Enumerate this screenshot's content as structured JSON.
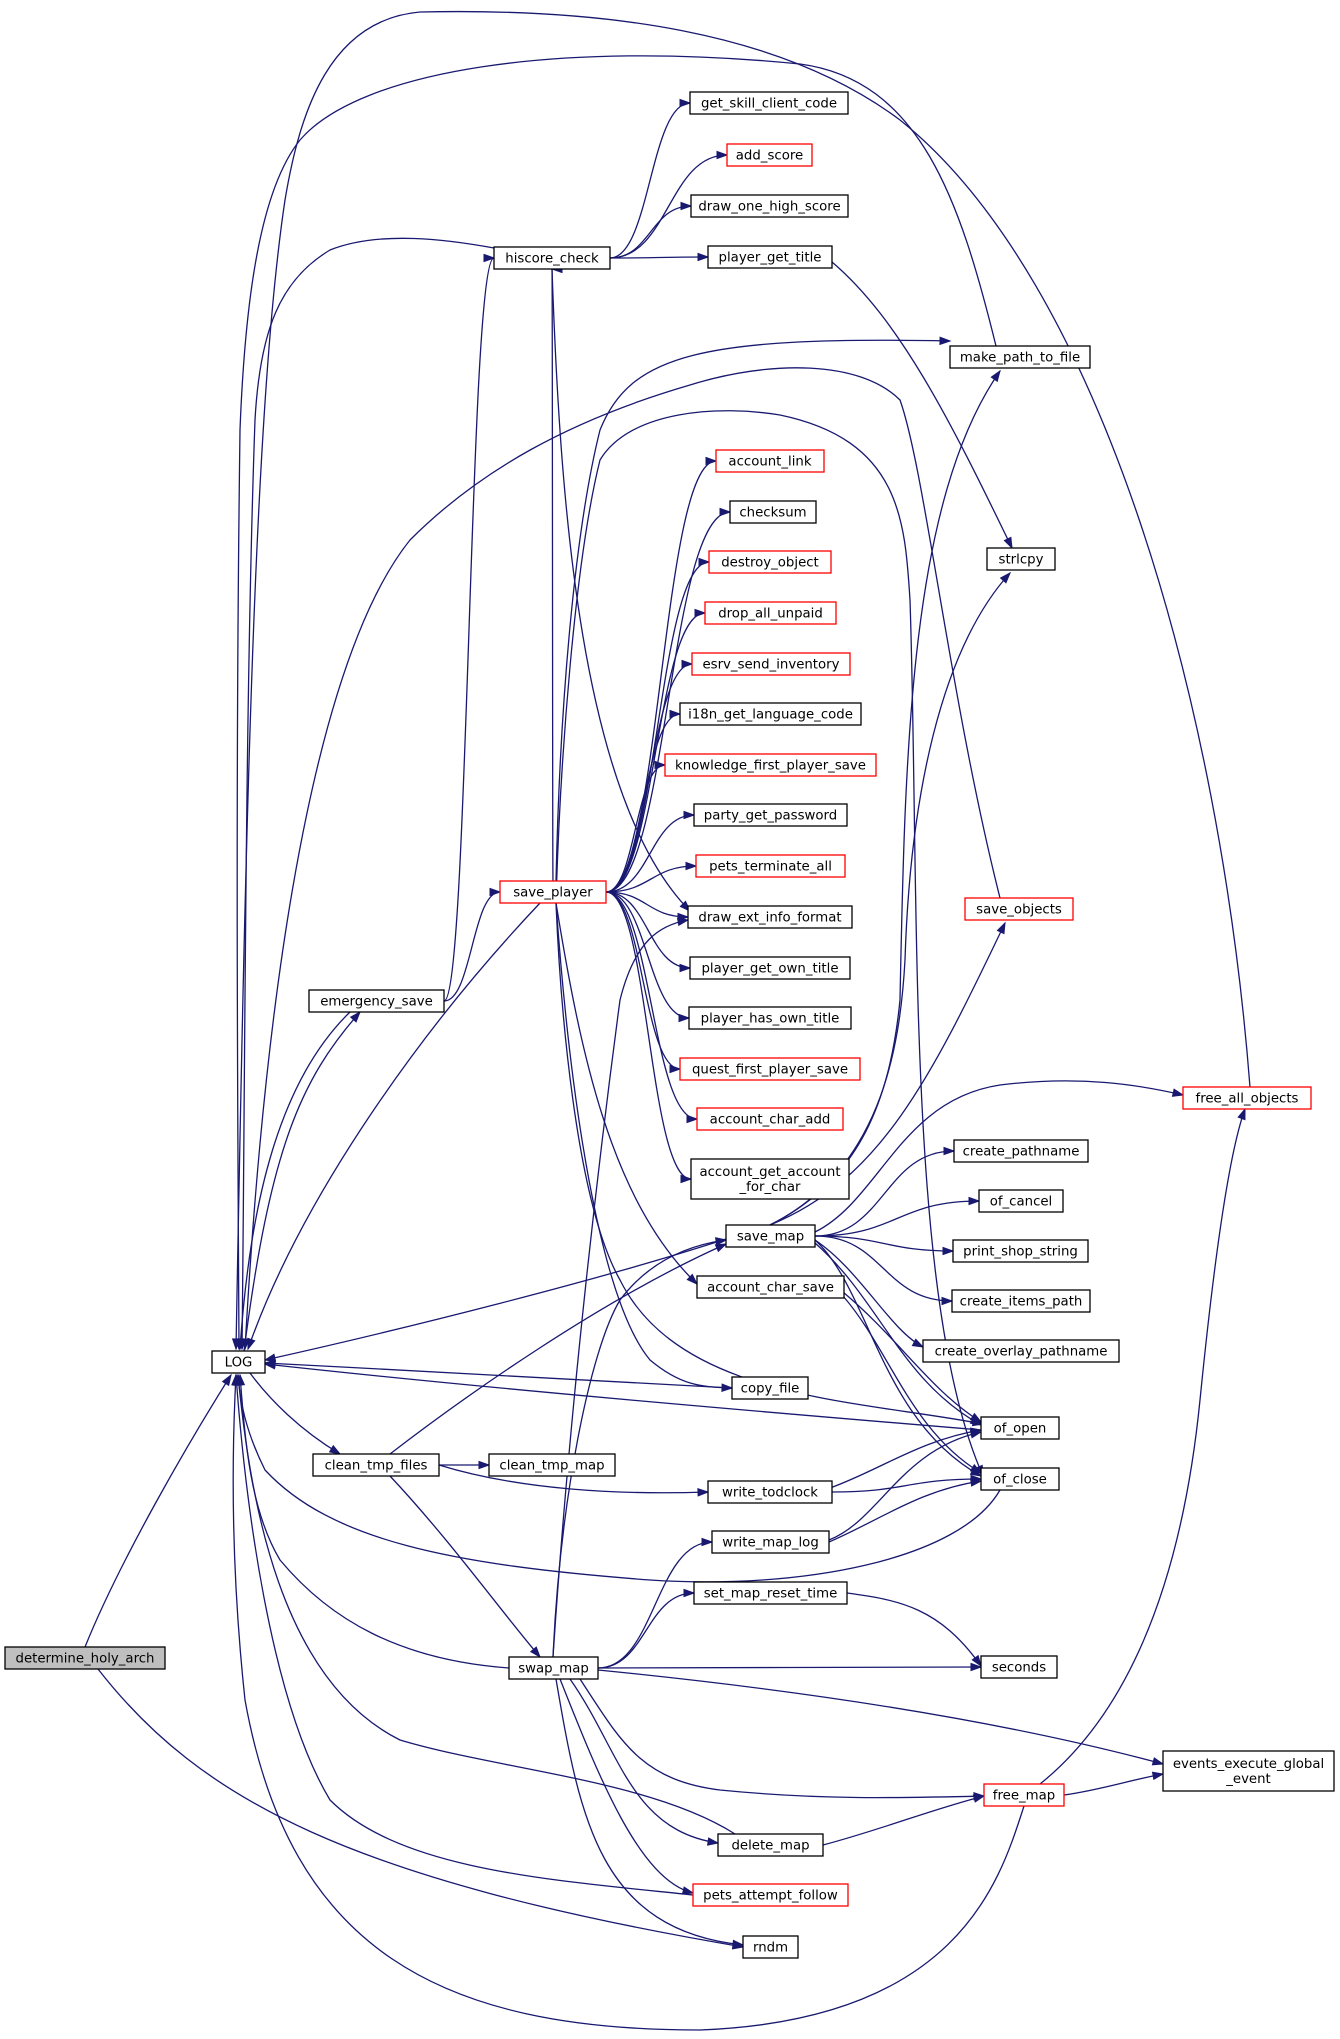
{
  "colors": {
    "edge": "#191970",
    "node_border": "#000000",
    "node_border_truncated": "#ff0000",
    "root_fill": "#bfbfbf"
  },
  "nodes": {
    "determine_holy_arch": {
      "label": [
        "determine_holy_arch"
      ]
    },
    "LOG": {
      "label": [
        "LOG"
      ]
    },
    "hiscore_check": {
      "label": [
        "hiscore_check"
      ]
    },
    "get_skill_client_code": {
      "label": [
        "get_skill_client_code"
      ]
    },
    "add_score": {
      "label": [
        "add_score"
      ]
    },
    "draw_one_high_score": {
      "label": [
        "draw_one_high_score"
      ]
    },
    "player_get_title": {
      "label": [
        "player_get_title"
      ]
    },
    "make_path_to_file": {
      "label": [
        "make_path_to_file"
      ]
    },
    "account_link": {
      "label": [
        "account_link"
      ]
    },
    "checksum": {
      "label": [
        "checksum"
      ]
    },
    "strlcpy": {
      "label": [
        "strlcpy"
      ]
    },
    "destroy_object": {
      "label": [
        "destroy_object"
      ]
    },
    "drop_all_unpaid": {
      "label": [
        "drop_all_unpaid"
      ]
    },
    "esrv_send_inventory": {
      "label": [
        "esrv_send_inventory"
      ]
    },
    "i18n_get_language_code": {
      "label": [
        "i18n_get_language_code"
      ]
    },
    "knowledge_first_player_save": {
      "label": [
        "knowledge_first_player_save"
      ]
    },
    "party_get_password": {
      "label": [
        "party_get_password"
      ]
    },
    "pets_terminate_all": {
      "label": [
        "pets_terminate_all"
      ]
    },
    "save_player": {
      "label": [
        "save_player"
      ]
    },
    "save_objects": {
      "label": [
        "save_objects"
      ]
    },
    "draw_ext_info_format": {
      "label": [
        "draw_ext_info_format"
      ]
    },
    "player_get_own_title": {
      "label": [
        "player_get_own_title"
      ]
    },
    "emergency_save": {
      "label": [
        "emergency_save"
      ]
    },
    "player_has_own_title": {
      "label": [
        "player_has_own_title"
      ]
    },
    "quest_first_player_save": {
      "label": [
        "quest_first_player_save"
      ]
    },
    "free_all_objects": {
      "label": [
        "free_all_objects"
      ]
    },
    "account_char_add": {
      "label": [
        "account_char_add"
      ]
    },
    "create_pathname": {
      "label": [
        "create_pathname"
      ]
    },
    "account_get_account_for_char": {
      "label": [
        "account_get_account",
        "_for_char"
      ]
    },
    "of_cancel": {
      "label": [
        "of_cancel"
      ]
    },
    "save_map": {
      "label": [
        "save_map"
      ]
    },
    "print_shop_string": {
      "label": [
        "print_shop_string"
      ]
    },
    "account_char_save": {
      "label": [
        "account_char_save"
      ]
    },
    "create_items_path": {
      "label": [
        "create_items_path"
      ]
    },
    "create_overlay_pathname": {
      "label": [
        "create_overlay_pathname"
      ]
    },
    "copy_file": {
      "label": [
        "copy_file"
      ]
    },
    "of_open": {
      "label": [
        "of_open"
      ]
    },
    "clean_tmp_files": {
      "label": [
        "clean_tmp_files"
      ]
    },
    "clean_tmp_map": {
      "label": [
        "clean_tmp_map"
      ]
    },
    "of_close": {
      "label": [
        "of_close"
      ]
    },
    "write_todclock": {
      "label": [
        "write_todclock"
      ]
    },
    "write_map_log": {
      "label": [
        "write_map_log"
      ]
    },
    "set_map_reset_time": {
      "label": [
        "set_map_reset_time"
      ]
    },
    "swap_map": {
      "label": [
        "swap_map"
      ]
    },
    "seconds": {
      "label": [
        "seconds"
      ]
    },
    "events_execute_global_event": {
      "label": [
        "events_execute_global",
        "_event"
      ]
    },
    "free_map": {
      "label": [
        "free_map"
      ]
    },
    "delete_map": {
      "label": [
        "delete_map"
      ]
    },
    "pets_attempt_follow": {
      "label": [
        "pets_attempt_follow"
      ]
    },
    "rndm": {
      "label": [
        "rndm"
      ]
    }
  },
  "edges": [
    [
      "determine_holy_arch",
      "LOG"
    ],
    [
      "determine_holy_arch",
      "rndm"
    ],
    [
      "hiscore_check",
      "LOG"
    ],
    [
      "hiscore_check",
      "get_skill_client_code"
    ],
    [
      "hiscore_check",
      "add_score"
    ],
    [
      "hiscore_check",
      "draw_one_high_score"
    ],
    [
      "hiscore_check",
      "player_get_title"
    ],
    [
      "hiscore_check",
      "draw_ext_info_format"
    ],
    [
      "player_get_title",
      "strlcpy"
    ],
    [
      "make_path_to_file",
      "LOG"
    ],
    [
      "save_player",
      "LOG"
    ],
    [
      "save_player",
      "hiscore_check"
    ],
    [
      "save_player",
      "make_path_to_file"
    ],
    [
      "save_player",
      "account_link"
    ],
    [
      "save_player",
      "checksum"
    ],
    [
      "save_player",
      "destroy_object"
    ],
    [
      "save_player",
      "drop_all_unpaid"
    ],
    [
      "save_player",
      "esrv_send_inventory"
    ],
    [
      "save_player",
      "i18n_get_language_code"
    ],
    [
      "save_player",
      "knowledge_first_player_save"
    ],
    [
      "save_player",
      "party_get_password"
    ],
    [
      "save_player",
      "pets_terminate_all"
    ],
    [
      "save_player",
      "draw_ext_info_format"
    ],
    [
      "save_player",
      "player_get_own_title"
    ],
    [
      "save_player",
      "player_has_own_title"
    ],
    [
      "save_player",
      "quest_first_player_save"
    ],
    [
      "save_player",
      "account_char_add"
    ],
    [
      "save_player",
      "account_get_account_for_char"
    ],
    [
      "save_player",
      "account_char_save"
    ],
    [
      "save_player",
      "copy_file"
    ],
    [
      "save_player",
      "of_open"
    ],
    [
      "save_player",
      "of_close"
    ],
    [
      "save_objects",
      "LOG"
    ],
    [
      "emergency_save",
      "LOG"
    ],
    [
      "emergency_save",
      "hiscore_check"
    ],
    [
      "emergency_save",
      "save_player"
    ],
    [
      "free_all_objects",
      "LOG"
    ],
    [
      "save_map",
      "LOG"
    ],
    [
      "save_map",
      "make_path_to_file"
    ],
    [
      "save_map",
      "strlcpy"
    ],
    [
      "save_map",
      "save_objects"
    ],
    [
      "save_map",
      "free_all_objects"
    ],
    [
      "save_map",
      "create_pathname"
    ],
    [
      "save_map",
      "of_cancel"
    ],
    [
      "save_map",
      "print_shop_string"
    ],
    [
      "save_map",
      "create_items_path"
    ],
    [
      "save_map",
      "create_overlay_pathname"
    ],
    [
      "save_map",
      "of_open"
    ],
    [
      "save_map",
      "of_close"
    ],
    [
      "account_char_save",
      "of_open"
    ],
    [
      "account_char_save",
      "of_close"
    ],
    [
      "copy_file",
      "LOG"
    ],
    [
      "of_open",
      "LOG"
    ],
    [
      "LOG",
      "emergency_save"
    ],
    [
      "LOG",
      "clean_tmp_files"
    ],
    [
      "clean_tmp_files",
      "clean_tmp_map"
    ],
    [
      "clean_tmp_files",
      "write_todclock"
    ],
    [
      "clean_tmp_files",
      "swap_map"
    ],
    [
      "clean_tmp_files",
      "save_map"
    ],
    [
      "write_todclock",
      "of_open"
    ],
    [
      "write_todclock",
      "of_close"
    ],
    [
      "write_map_log",
      "of_open"
    ],
    [
      "write_map_log",
      "of_close"
    ],
    [
      "of_close",
      "LOG"
    ],
    [
      "swap_map",
      "LOG"
    ],
    [
      "swap_map",
      "save_map"
    ],
    [
      "swap_map",
      "draw_ext_info_format"
    ],
    [
      "swap_map",
      "write_map_log"
    ],
    [
      "swap_map",
      "set_map_reset_time"
    ],
    [
      "swap_map",
      "seconds"
    ],
    [
      "swap_map",
      "events_execute_global_event"
    ],
    [
      "swap_map",
      "free_map"
    ],
    [
      "swap_map",
      "delete_map"
    ],
    [
      "swap_map",
      "pets_attempt_follow"
    ],
    [
      "swap_map",
      "rndm"
    ],
    [
      "set_map_reset_time",
      "seconds"
    ],
    [
      "free_map",
      "LOG"
    ],
    [
      "free_map",
      "free_all_objects"
    ],
    [
      "free_map",
      "events_execute_global_event"
    ],
    [
      "delete_map",
      "LOG"
    ],
    [
      "delete_map",
      "free_map"
    ],
    [
      "pets_attempt_follow",
      "LOG"
    ]
  ]
}
